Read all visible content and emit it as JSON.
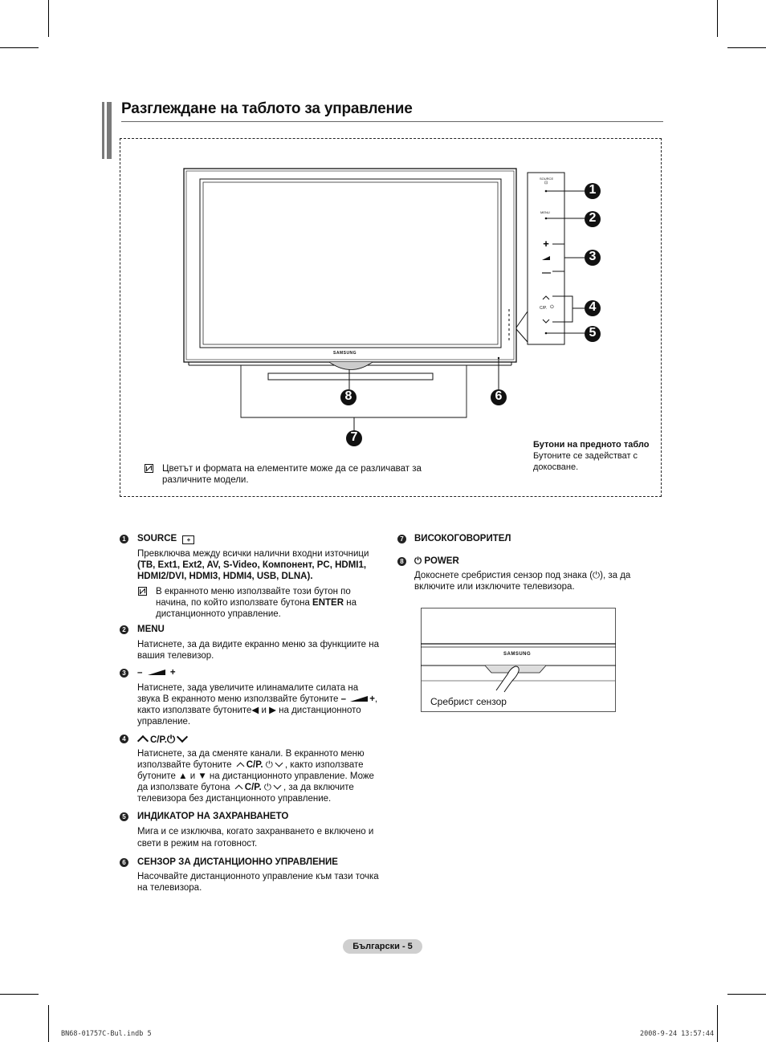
{
  "page": {
    "title": "Разглеждане на таблото за управление",
    "footer_label": "Български - 5",
    "meta_left": "BN68-01757C-Bul.indb   5",
    "meta_right": "2008-9-24   13:57:44"
  },
  "figure": {
    "tv_logo": "SAMSUNG",
    "panel_source_label": "SOURCE",
    "panel_menu_label": "MENU",
    "panel_cp_label": "C/P.",
    "callouts": [
      "1",
      "2",
      "3",
      "4",
      "5",
      "6",
      "7",
      "8"
    ],
    "front_panel_title": "Бутони на предното табло",
    "front_panel_desc1": "Бутоните се задействат с",
    "front_panel_desc2": "докосване.",
    "note_line1": "Цветът и формата на елементите може да се различават за",
    "note_line2": "различните модели.",
    "sensor_label": "Сребрист сензор",
    "sensor_logo": "SAMSUNG"
  },
  "items": [
    {
      "num": "1",
      "label": "SOURCE",
      "desc1": "Превключва между всички налични входни източници",
      "desc2": "(ТВ, Ext1, Ext2, AV, S-Video, Компонент, PC, HDMI1,",
      "desc3": "HDMI2/DVI, HDMI3, HDMI4, USB, DLNA).",
      "note1": "В екранното меню използвайте този бутон по",
      "note2a": "начина, по който използвате бутона ",
      "note2b": "ENTER",
      "note2c": " на",
      "note3": "дистанционното управление."
    },
    {
      "num": "2",
      "label": "MENU",
      "desc1": "Натиснете, за да видите екранно меню за функциите на",
      "desc2": "вашия телевизор."
    },
    {
      "num": "3",
      "label_minus": "–",
      "label_plus": "+",
      "desc1": "Натиснете, зада увеличите илинамалите силата на",
      "desc2a": "звука В екранното меню използвайте бутоните ",
      "desc2b": "–",
      "desc2c": "+",
      "desc2d": ",",
      "desc3a": "както използвате бутоните",
      "desc3b": " и ",
      "desc3c": " на дистанционното",
      "desc4": "управление."
    },
    {
      "num": "4",
      "label": "C/P.",
      "desc1": "Натиснете, за да сменяте канали. В екранното меню",
      "desc2a": "използвайте бутоните ",
      "desc2b": "C/P.",
      "desc2c": ", както използвате",
      "desc3": "бутоните ▲ и ▼ на дистанционното управление. Може",
      "desc4a": "да използвате бутона ",
      "desc4b": "C/P.",
      "desc4c": ", за да включите",
      "desc5": "телевизора без дистанционното управление."
    },
    {
      "num": "5",
      "label": "ИНДИКАТОР НА ЗАХРАНВАНЕТО",
      "desc1": "Мига и се изключва, когато захранването е включено и",
      "desc2": "свети в режим на готовност."
    },
    {
      "num": "6",
      "label": "СЕНЗОР ЗА ДИСТАНЦИОННО УПРАВЛЕНИЕ",
      "desc1": "Насочвайте дистанционното управление към тази точка",
      "desc2": "на телевизора."
    },
    {
      "num": "7",
      "label": "ВИСОКОГОВОРИТЕЛ"
    },
    {
      "num": "8",
      "label": "POWER",
      "desc1": "Докоснете сребристия сензор под знака (",
      "desc1b": "), за да",
      "desc2": "включите или изключите телевизора."
    }
  ]
}
